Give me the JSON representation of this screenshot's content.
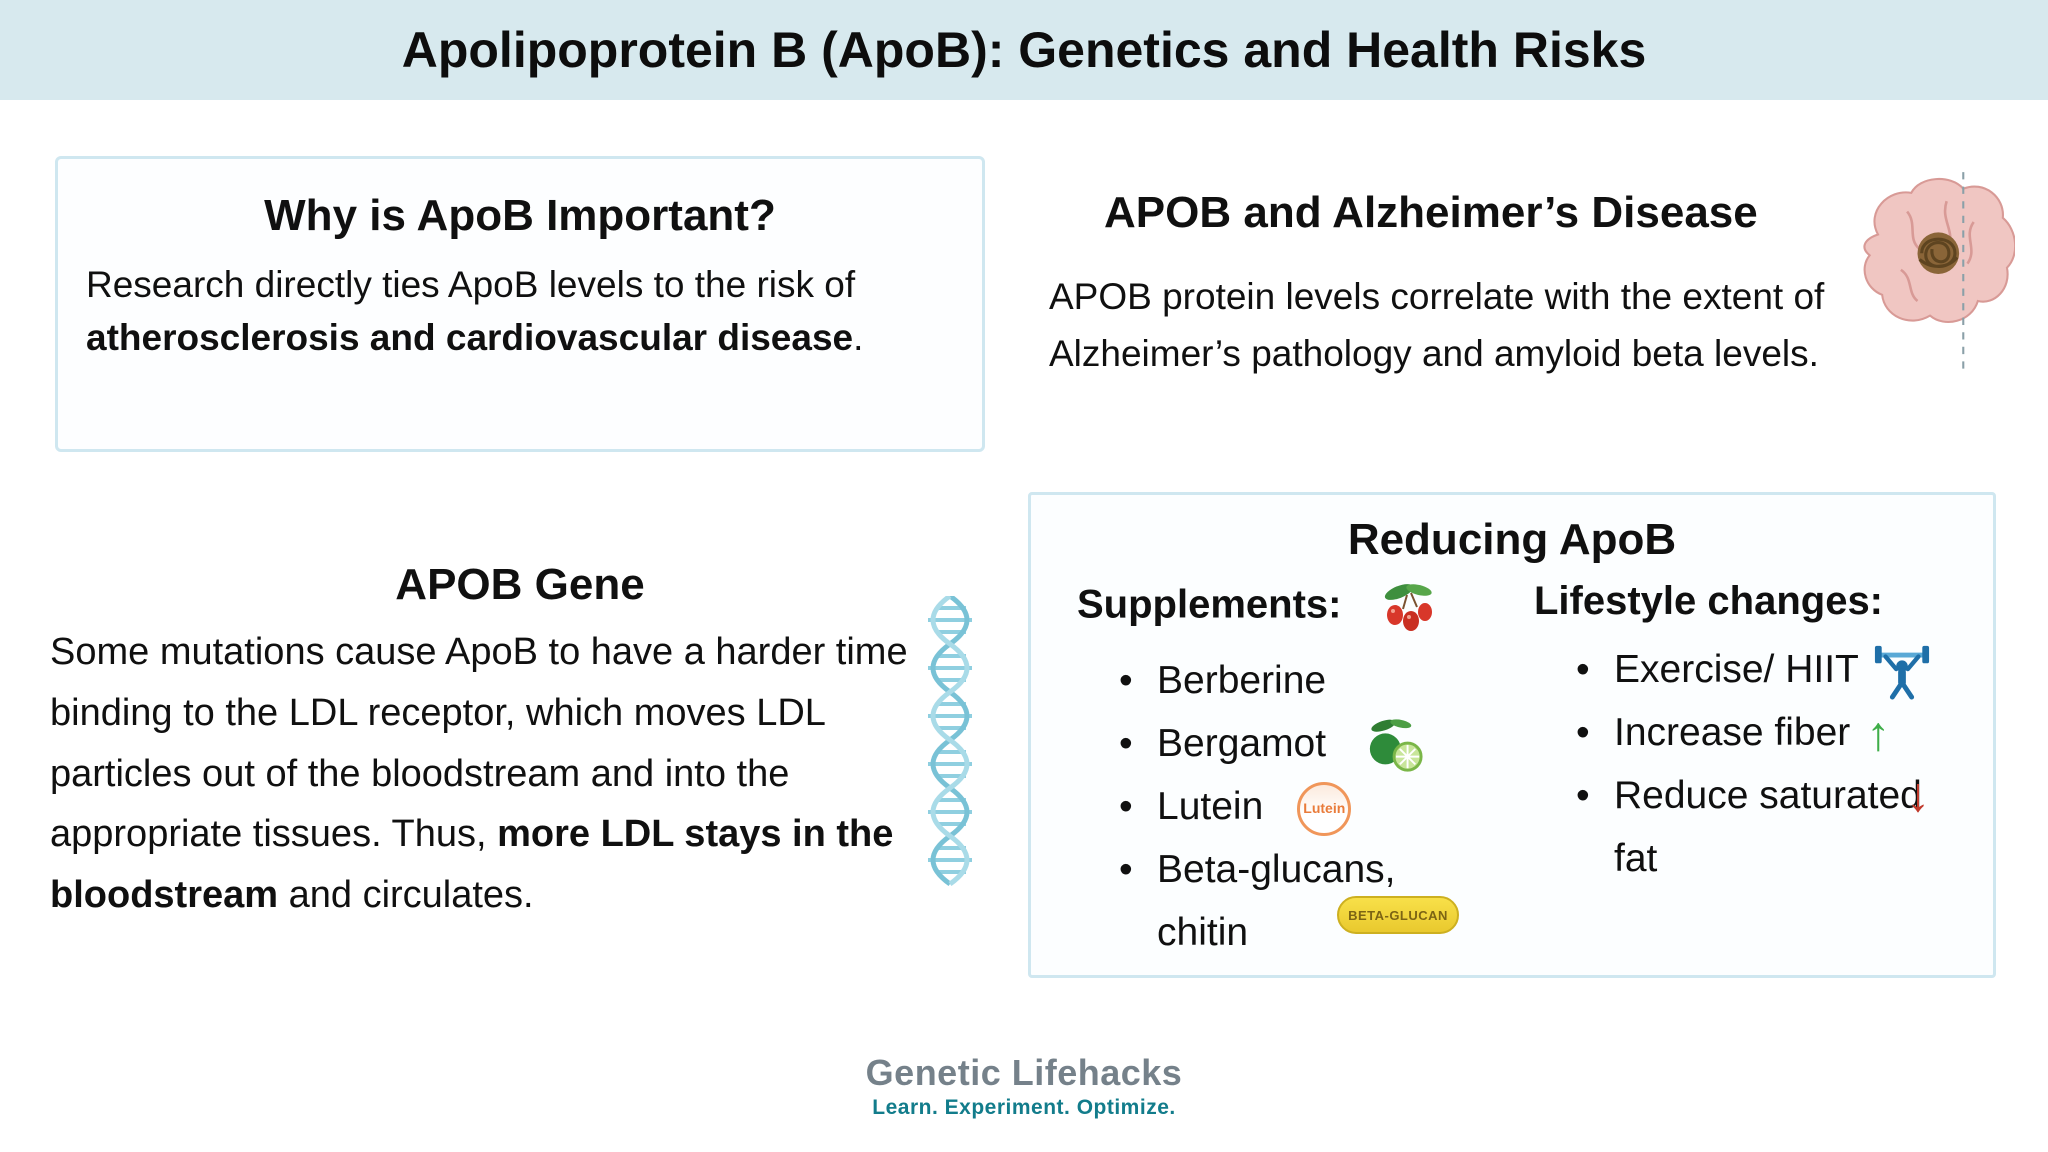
{
  "banner": {
    "title": "Apolipoprotein B (ApoB): Genetics and Health Risks"
  },
  "why_box": {
    "title": "Why is ApoB Important?",
    "text": "Research directly ties ApoB levels to the risk of ",
    "text_bold": "atherosclerosis and cardiovascular disease",
    "text_suffix": "."
  },
  "alzheimers": {
    "title": "APOB and Alzheimer’s Disease",
    "text": "APOB protein levels correlate with the extent of Alzheimer’s pathology and amyloid beta levels."
  },
  "gene": {
    "title": "APOB Gene",
    "text_1": "Some mutations cause ApoB to have a harder time binding to the LDL receptor, which moves LDL particles out of the bloodstream and into the appropriate tissues. Thus, ",
    "text_bold": "more LDL stays in the bloodstream",
    "text_2": " and circulates."
  },
  "reducing": {
    "title": "Reducing ApoB",
    "supplements": {
      "heading": "Supplements:",
      "items": [
        "Berberine",
        "Bergamot",
        "Lutein",
        "Beta-glucans, chitin"
      ]
    },
    "lifestyle": {
      "heading": "Lifestyle changes:",
      "items": [
        "Exercise/ HIIT",
        "Increase fiber",
        "Reduce saturated fat"
      ]
    },
    "lutein_label": "Lutein",
    "beta_glucan_label": "BETA-GLUCAN",
    "fiber_arrow": "↑",
    "fat_arrow": "↓"
  },
  "footer": {
    "brand": "Genetic Lifehacks",
    "tagline": "Learn. Experiment. Optimize."
  },
  "colors": {
    "banner_bg": "#d7e9ee",
    "box_border": "#cfe7f0",
    "dna_blue": "#79c2d6",
    "exercise_blue": "#1f6fa8",
    "fiber_green": "#3fae49",
    "fat_red": "#c0392b",
    "brand_gray": "#75818a",
    "tagline_teal": "#127c8b"
  }
}
